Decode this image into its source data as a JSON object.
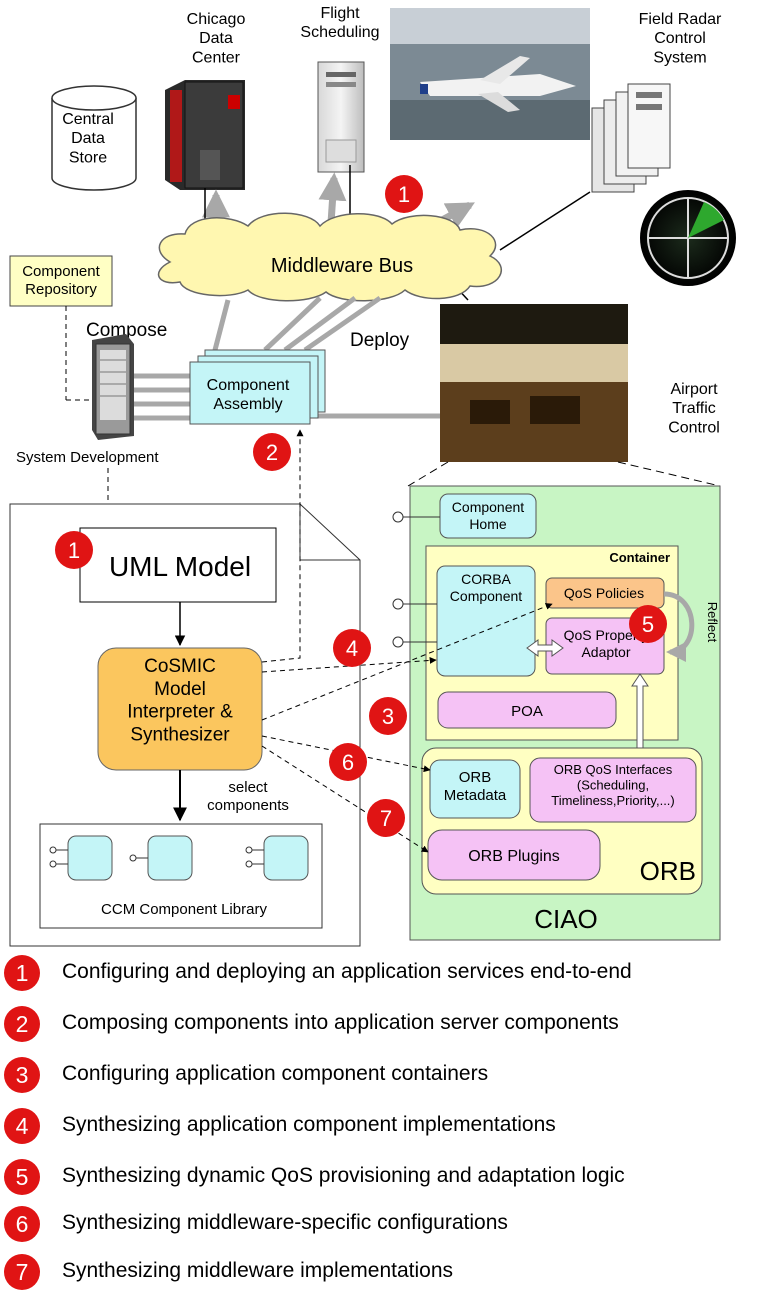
{
  "nodes": {
    "chicago_data_center": "Chicago\nData\nCenter",
    "flight_scheduling": "Flight\nScheduling",
    "field_radar": "Field Radar\nControl\nSystem",
    "central_data_store": "Central\nData\nStore",
    "middleware_bus": "Middleware Bus",
    "component_repository": "Component\nRepository",
    "compose": "Compose",
    "deploy": "Deploy",
    "component_assembly": "Component\nAssembly",
    "airport_traffic_control": "Airport\nTraffic\nControl",
    "system_development": "System Development",
    "uml_model": "UML Model",
    "cosmic": "CoSMIC\nModel\nInterpreter &\nSynthesizer",
    "select_components": "select\ncomponents",
    "ccm_library": "CCM Component Library",
    "component_home": "Component\nHome",
    "container": "Container",
    "corba_component": "CORBA\nComponent",
    "qos_policies": "QoS Policies",
    "qos_property_adaptor": "QoS Property\nAdaptor",
    "reflect": "Reflect",
    "poa": "POA",
    "orb_metadata": "ORB\nMetadata",
    "orb_qos_interfaces": "ORB QoS Interfaces\n(Scheduling,\nTimeliness,Priority,...)",
    "orb_plugins": "ORB Plugins",
    "orb": "ORB",
    "ciao": "CIAO"
  },
  "badges": [
    "1",
    "2",
    "3",
    "4",
    "5",
    "6",
    "7"
  ],
  "legend": [
    {
      "num": "1",
      "text": "Configuring and deploying an application services end-to-end"
    },
    {
      "num": "2",
      "text": "Composing components into application server components"
    },
    {
      "num": "3",
      "text": "Configuring application component containers"
    },
    {
      "num": "4",
      "text": "Synthesizing application component implementations"
    },
    {
      "num": "5",
      "text": "Synthesizing dynamic QoS provisioning and adaptation logic"
    },
    {
      "num": "6",
      "text": "Synthesizing middleware-specific configurations"
    },
    {
      "num": "7",
      "text": "Synthesizing middleware implementations"
    }
  ],
  "colors": {
    "badge": "#e01414",
    "bus": "#fff7b0",
    "ciao_bg": "#c8f5c4",
    "container_bg": "#ffffc2",
    "cyan_box": "#c4f5f7",
    "pink_box": "#f5c2f5",
    "orange_box": "#fbc58a",
    "cosmic_box": "#fbc65e",
    "repo_box": "#ffffc4"
  }
}
